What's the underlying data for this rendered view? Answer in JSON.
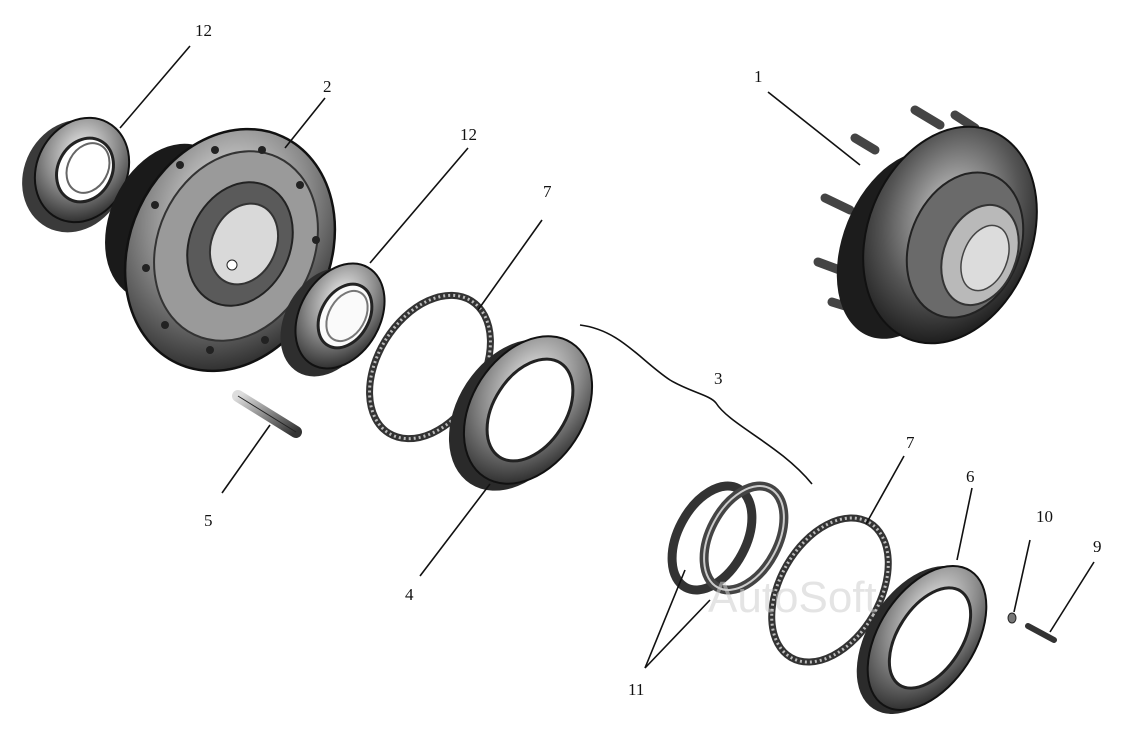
{
  "callouts": {
    "c1": "1",
    "c2": "2",
    "c3": "3",
    "c4": "4",
    "c5": "5",
    "c6": "6",
    "c7a": "7",
    "c7b": "7",
    "c9": "9",
    "c10": "10",
    "c11": "11",
    "c12a": "12",
    "c12b": "12"
  },
  "watermark": "AutoSoft"
}
